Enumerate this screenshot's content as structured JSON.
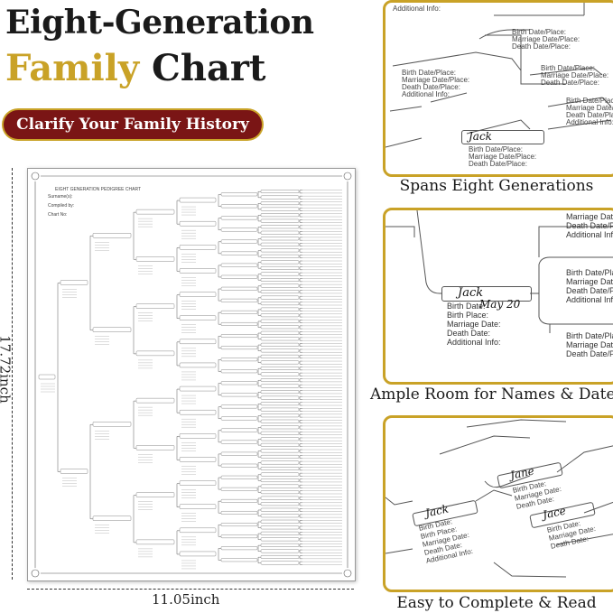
{
  "header": {
    "title_line1": "Eight-Generation",
    "title_word_gold": "Family",
    "title_word_dark": "Chart",
    "tagline": "Clarify Your Family History"
  },
  "poster": {
    "heading": "EIGHT GENERATION PEDIGREE CHART",
    "fields": [
      "Surname(s):",
      "Compiled by:",
      "Chart No:"
    ],
    "height_label": "17.72inch",
    "width_label": "11.05inch"
  },
  "panels": [
    {
      "caption": "Spans Eight Generations",
      "fields": [
        "Birth Date/Place:",
        "Marriage Date/Place:",
        "Death Date/Place:",
        "Additional Info:"
      ],
      "name_entry": "Jack"
    },
    {
      "caption": "Ample Room for Names & Dates",
      "fields": [
        "Birth Date:",
        "Birth Place:",
        "Marriage Date:",
        "Death Date:",
        "Additional Info:"
      ],
      "name_entry": "Jack",
      "date_entry": "May 20",
      "right_fields": [
        "Marriage Date:",
        "Death Date/Place:",
        "Additional Info:",
        "Birth Date/Place:",
        "Marriage Date/Place:",
        "Death Date/Place:",
        "Additional Info:"
      ]
    },
    {
      "caption": "Easy to Complete & Read",
      "fields": [
        "Birth Date:",
        "Birth Place:",
        "Marriage Date:",
        "Death Date:",
        "Additional Info:"
      ],
      "name_entries": [
        "Jack",
        "Jane",
        "Jace"
      ]
    }
  ],
  "colors": {
    "accent_gold": "#c9a227",
    "badge_red": "#7a1515",
    "text_dark": "#1a1a1a"
  }
}
